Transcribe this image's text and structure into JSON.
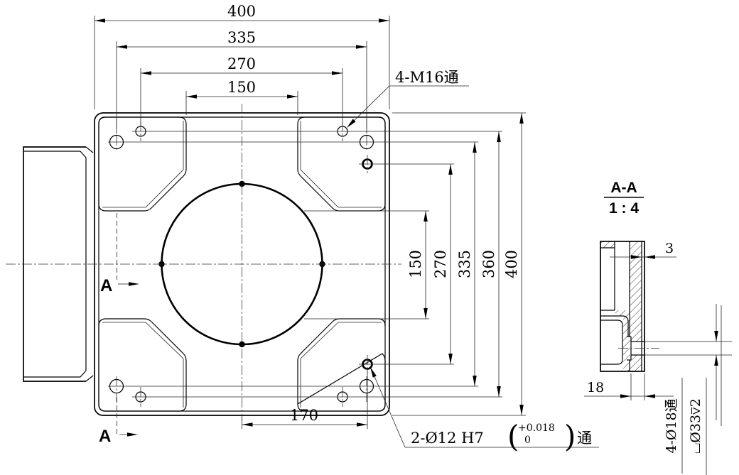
{
  "drawing": {
    "main_view": {
      "top_dims": [
        "400",
        "335",
        "270",
        "150"
      ],
      "right_dims": [
        "150",
        "270",
        "335",
        "360",
        "400"
      ],
      "bottom_dim": "170",
      "label_m16": "4-M16通",
      "dowel_label": {
        "prefix": "2-Ø12 H7",
        "paren_open": "(",
        "tol_upper": "+0.018",
        "tol_lower": "0",
        "paren_close": ")",
        "suffix": "通"
      },
      "section_marker": "A"
    },
    "section_view": {
      "title": "A-A",
      "scale": "1 : 4",
      "dim_wall": "3",
      "dim_bottom": "18",
      "label_holes": "4-Ø18通",
      "label_counterbore": "⌴Ø33⊽2"
    }
  }
}
